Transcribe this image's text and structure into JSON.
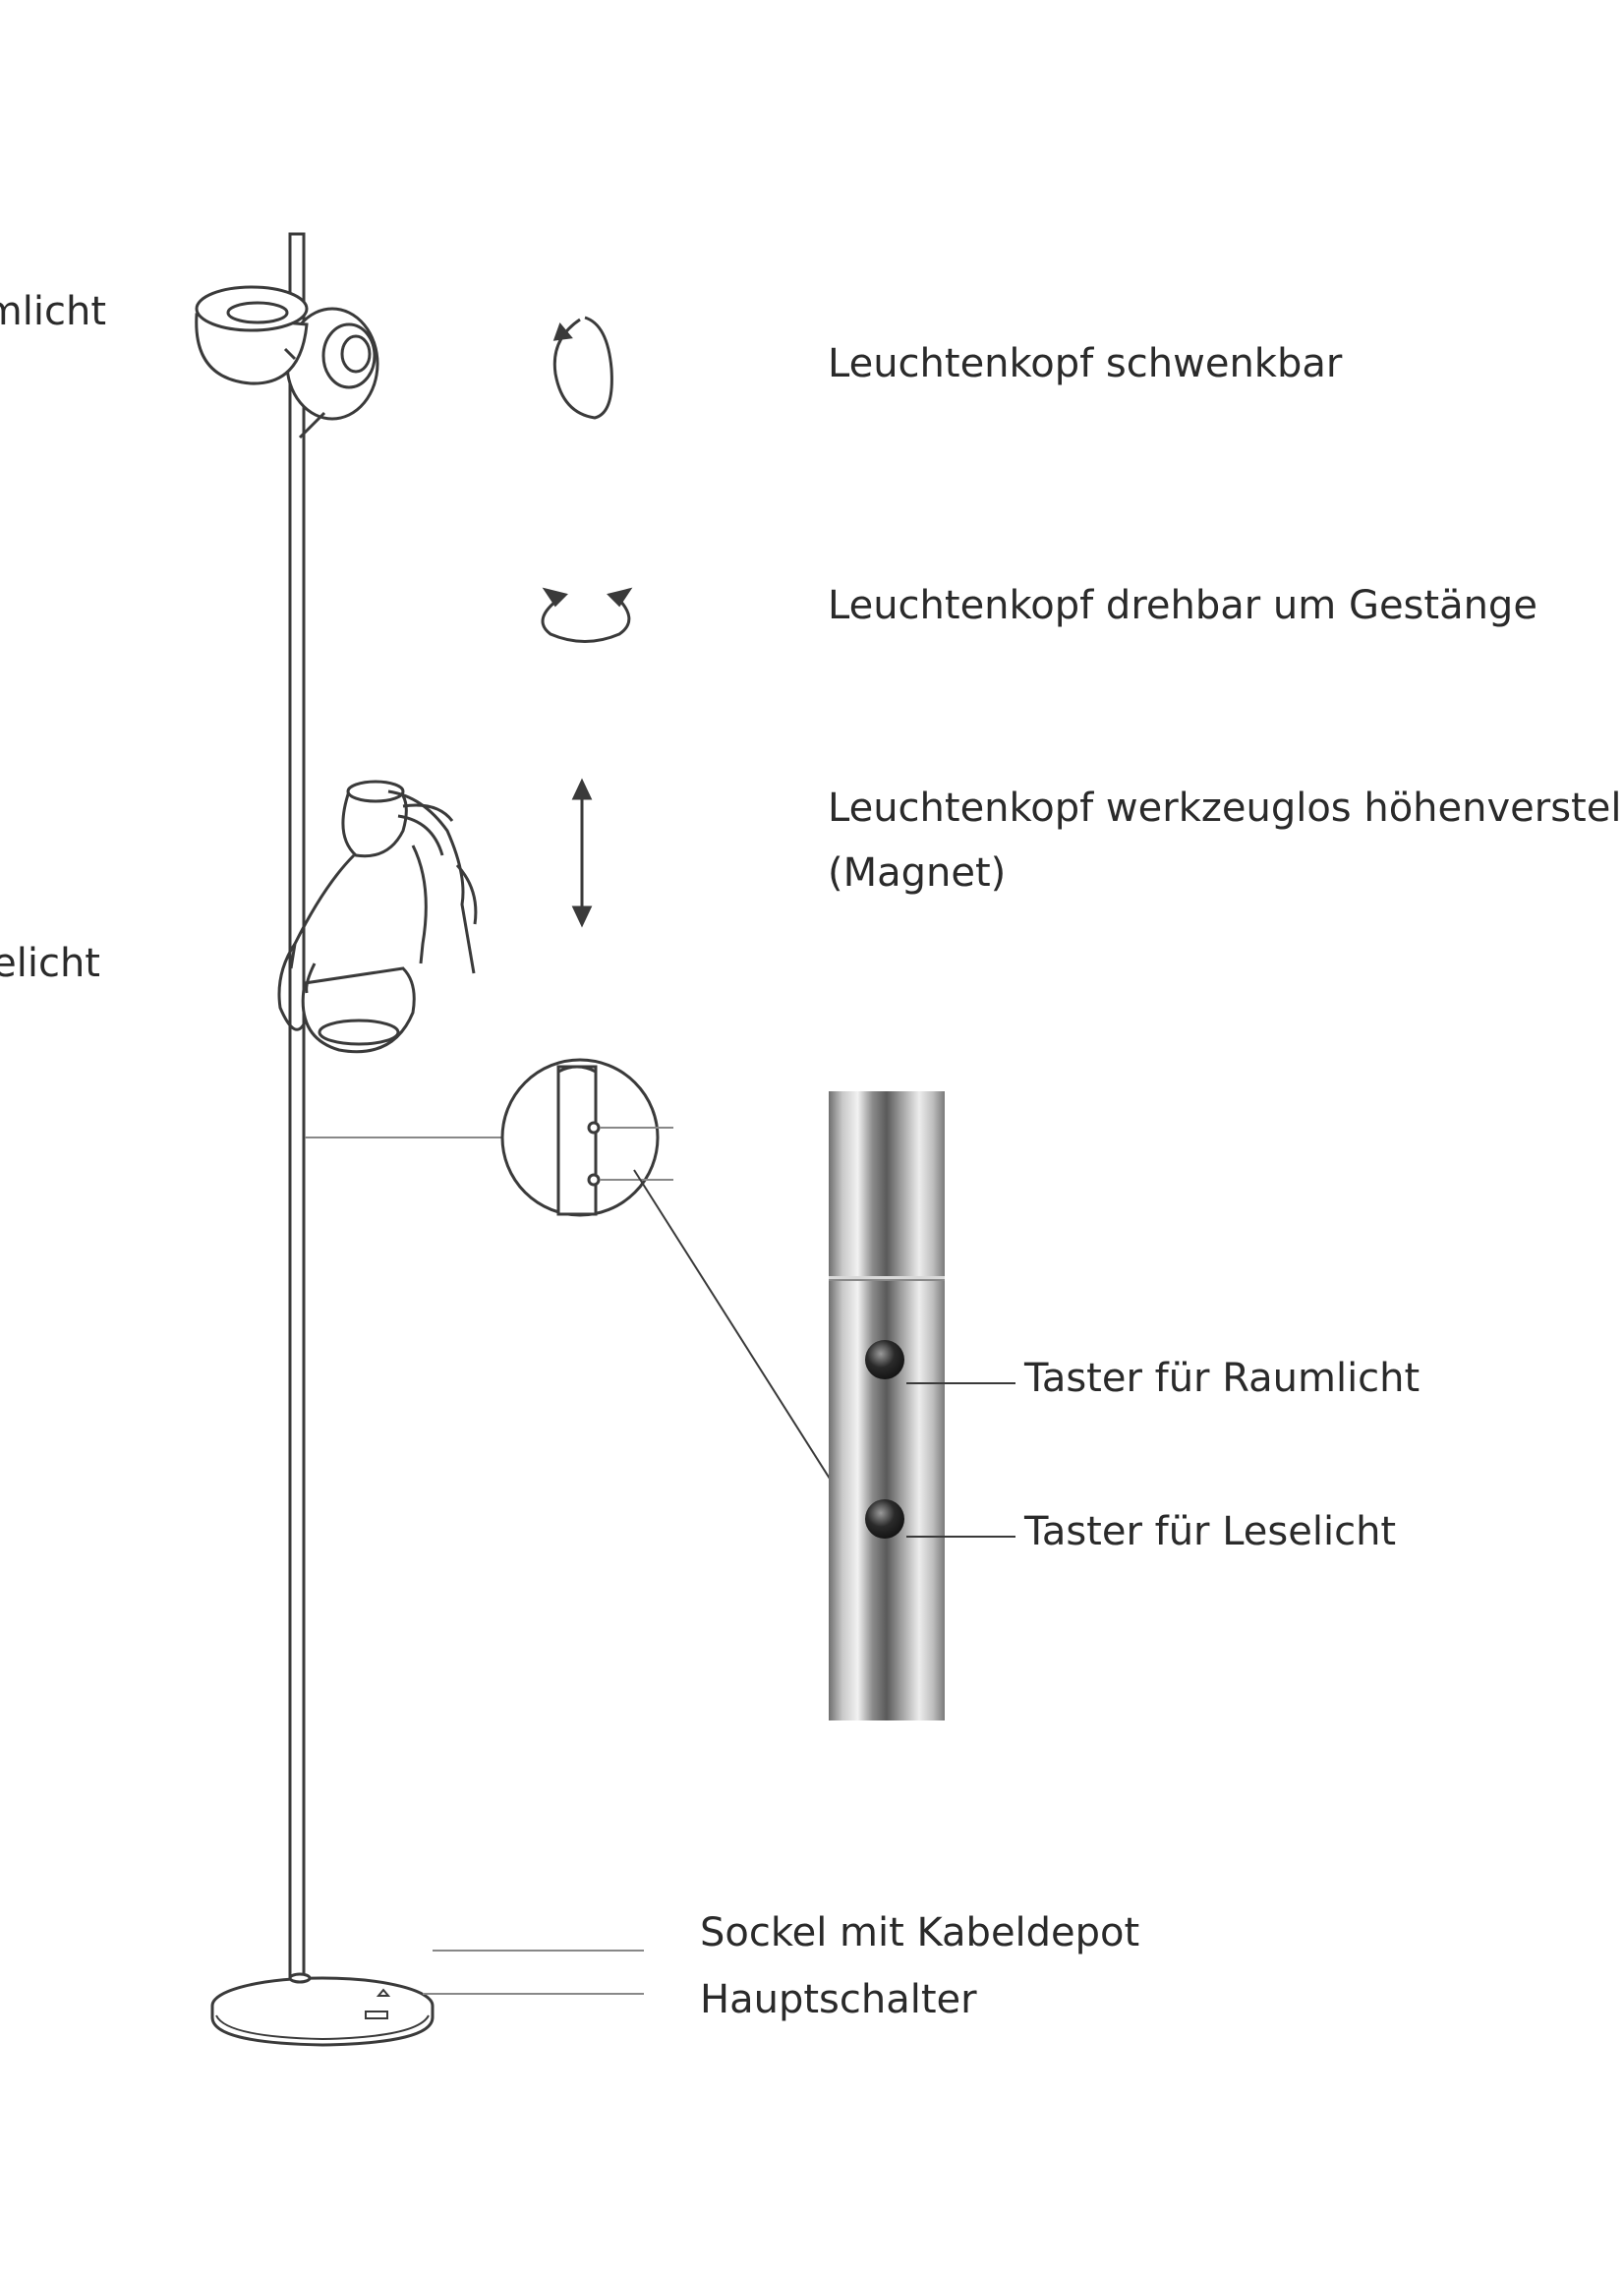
{
  "labels": {
    "room_light_partial": "Raumlicht",
    "reading_light_partial": "Leselicht",
    "head_pivot": "Leuchtenkopf schwenkbar",
    "head_rotate": "Leuchtenkopf drehbar um Gestänge",
    "head_height_line1": "Leuchtenkopf werkzeuglos höhenverstellbar",
    "head_height_line2": "(Magnet)",
    "button_room_light": "Taster für Raumlicht",
    "button_reading_light": "Taster für Leselicht",
    "base_cable": "Sockel mit Kabeldepot",
    "main_switch": "Hauptschalter"
  },
  "icons": {
    "pivot": "rotate-pivot-icon",
    "rotate": "rotate-around-pole-icon",
    "height": "vertical-adjust-icon"
  },
  "colors": {
    "line": "#3a3a3a",
    "text": "#2a2a2a",
    "metal_dark": "#5e5e5e",
    "metal_light": "#e8e8e8"
  }
}
